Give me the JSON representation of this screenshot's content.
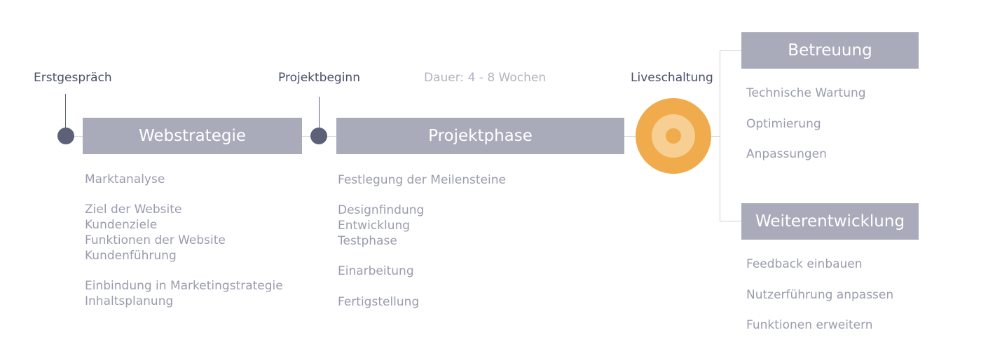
{
  "milestones": {
    "erstgespraech": "Erstgespräch",
    "projektbeginn": "Projektbeginn",
    "liveschaltung": "Liveschaltung"
  },
  "duration": "Dauer: 4 - 8 Wochen",
  "phases": {
    "webstrategie": {
      "title": "Webstrategie",
      "items": [
        "Marktanalyse",
        "",
        "Ziel der Website",
        "Kundenziele",
        "Funktionen der Website",
        "Kundenführung",
        "",
        "Einbindung in Marketingstrategie",
        "Inhaltsplanung"
      ]
    },
    "projektphase": {
      "title": "Projektphase",
      "items": [
        "Festlegung der Meilensteine",
        "",
        "Designfindung",
        "Entwicklung",
        "Testphase",
        "",
        "Einarbeitung",
        "",
        "Fertigstellung"
      ]
    },
    "betreuung": {
      "title": "Betreuung",
      "items": [
        "Technische Wartung",
        "Optimierung",
        "Anpassungen"
      ]
    },
    "weiterentwicklung": {
      "title": "Weiterentwicklung",
      "items": [
        "Feedback einbauen",
        "Nutzerführung anpassen",
        "Funktionen erweitern"
      ]
    }
  },
  "colors": {
    "box": "#a9abbb",
    "dot": "#5d6178",
    "accent": "#f0ab4c",
    "text_muted": "#9a9caf"
  }
}
